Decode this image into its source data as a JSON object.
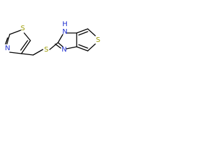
{
  "atom_labels": {
    "thiazole_s": "S",
    "thiazole_n": "N",
    "thioether_s": "S",
    "imidazole_nh_n": "N",
    "imidazole_nh_h": "H",
    "imidazole_n": "N",
    "thiophene_s": "S"
  },
  "colors": {
    "bond": "#000000",
    "sulfur": "#9a9a00",
    "nitrogen": "#1f2fd0"
  }
}
